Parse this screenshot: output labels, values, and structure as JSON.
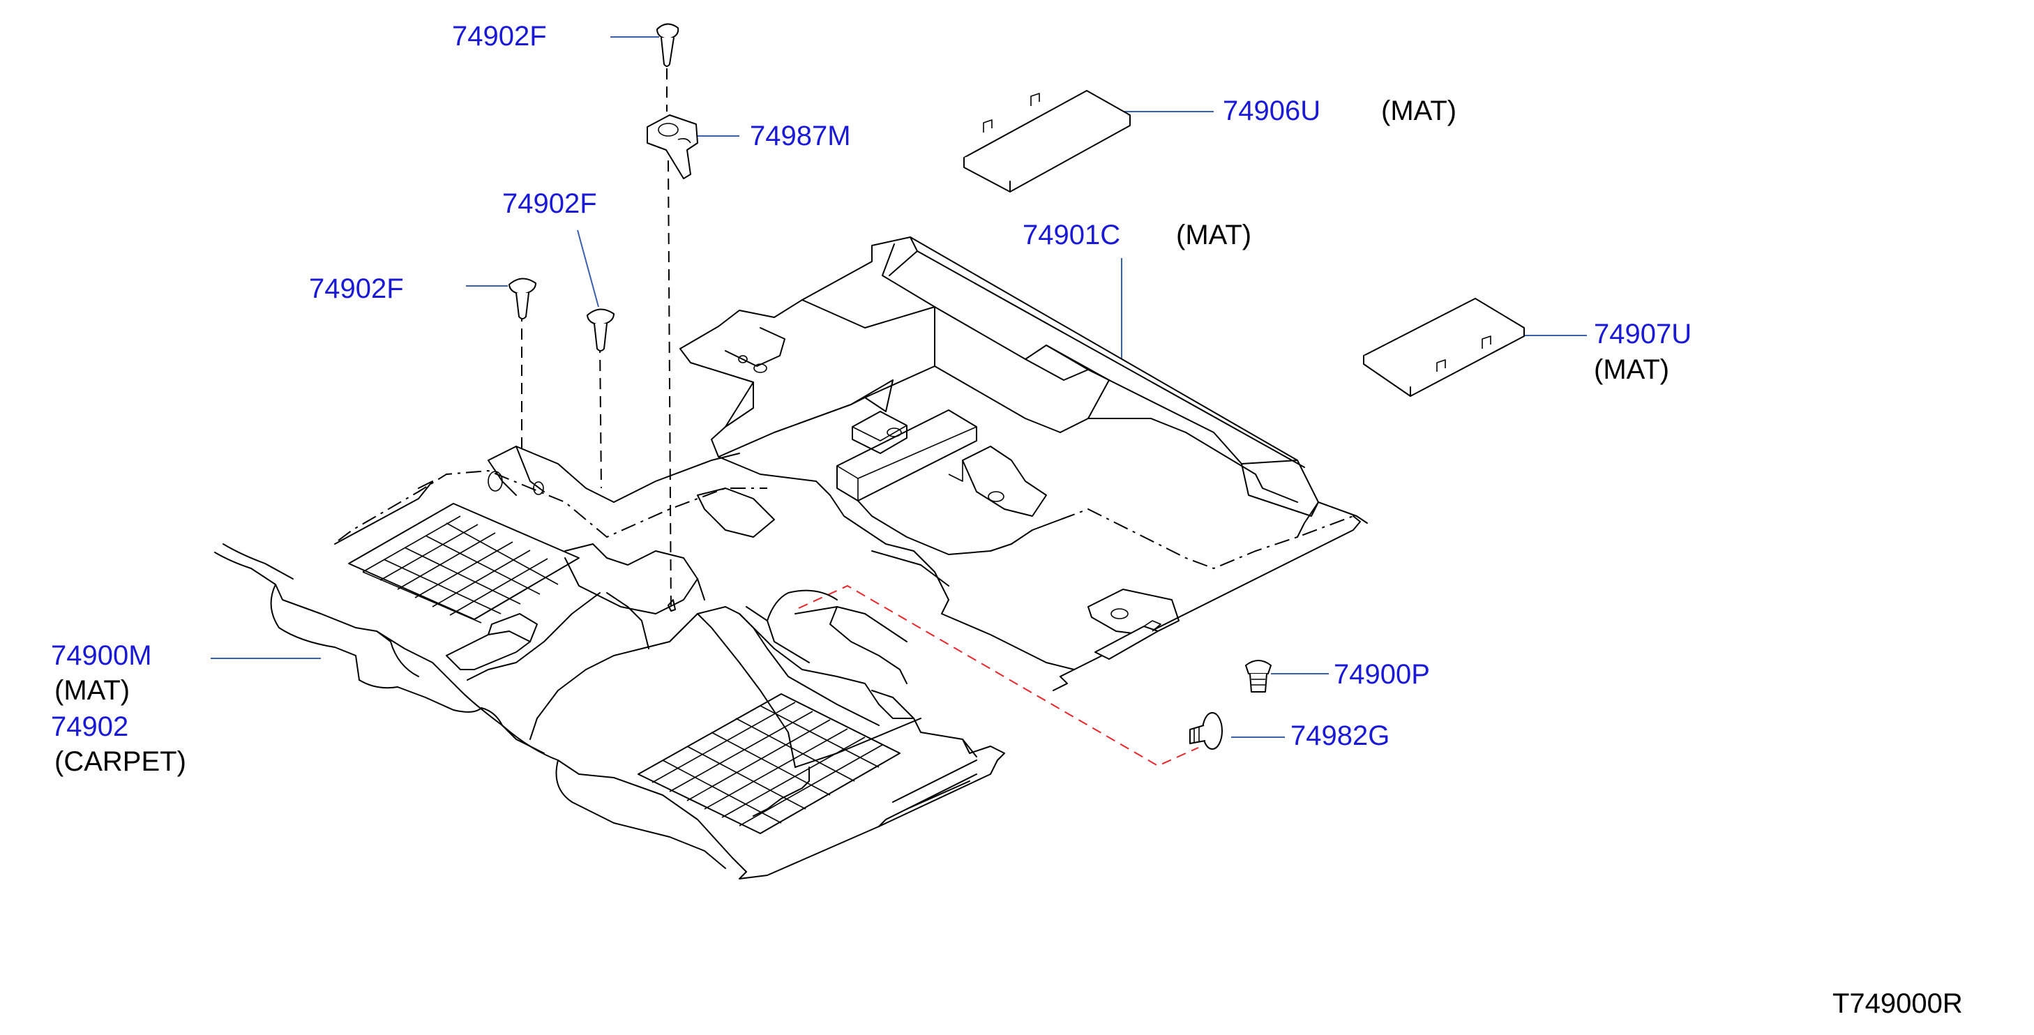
{
  "callouts": [
    {
      "part_number": "74902F",
      "description": ""
    },
    {
      "part_number": "74987M",
      "description": ""
    },
    {
      "part_number": "74906U",
      "description": "(MAT)"
    },
    {
      "part_number": "74902F",
      "description": ""
    },
    {
      "part_number": "74901C",
      "description": "(MAT)"
    },
    {
      "part_number": "74902F",
      "description": ""
    },
    {
      "part_number": "74907U",
      "description": "(MAT)"
    },
    {
      "part_number": "74900M",
      "description": "(MAT)"
    },
    {
      "part_number": "74902",
      "description": "(CARPET)"
    },
    {
      "part_number": "74900P",
      "description": ""
    },
    {
      "part_number": "74982G",
      "description": ""
    }
  ],
  "diagram_code": "T749000R",
  "colors": {
    "part_label": "#1a1ad6",
    "leader_line": "#3a5fae",
    "red_guide": "#e8262a",
    "line_art": "#000000"
  }
}
